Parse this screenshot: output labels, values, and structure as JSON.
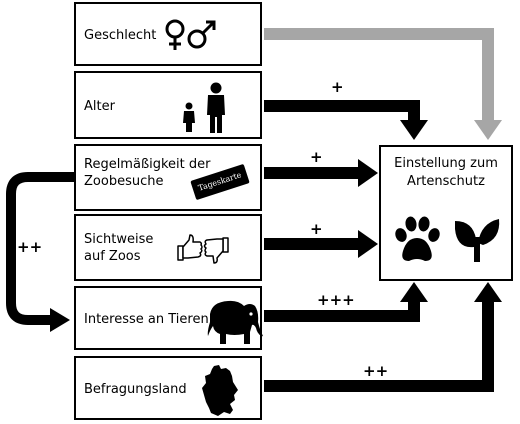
{
  "factors": [
    {
      "label": "Geschlecht",
      "icon": "gender-symbols-icon"
    },
    {
      "label": "Alter",
      "icon": "adult-child-icon"
    },
    {
      "label": "Regelmäßigkeit der Zoobesuche",
      "icon": "ticket-icon",
      "ticket_text": "Tageskarte"
    },
    {
      "label": "Sichtweise auf Zoos",
      "icon": "thumbs-up-down-icon"
    },
    {
      "label": "Interesse an Tieren",
      "icon": "elephant-icon"
    },
    {
      "label": "Befragungsland",
      "icon": "germany-map-icon"
    }
  ],
  "target": {
    "title": "Einstellung zum Artenschutz",
    "icons": [
      "paw-icon",
      "sprout-icon"
    ]
  },
  "edges": [
    {
      "from": "Geschlecht",
      "to": "Einstellung zum Artenschutz",
      "sign": "",
      "color": "#a6a6a6"
    },
    {
      "from": "Alter",
      "to": "Einstellung zum Artenschutz",
      "sign": "+",
      "color": "#000000"
    },
    {
      "from": "Regelmäßigkeit der Zoobesuche",
      "to": "Einstellung zum Artenschutz",
      "sign": "+",
      "color": "#000000"
    },
    {
      "from": "Sichtweise auf Zoos",
      "to": "Einstellung zum Artenschutz",
      "sign": "+",
      "color": "#000000"
    },
    {
      "from": "Interesse an Tieren",
      "to": "Einstellung zum Artenschutz",
      "sign": "+++",
      "color": "#000000"
    },
    {
      "from": "Befragungsland",
      "to": "Einstellung zum Artenschutz",
      "sign": "++",
      "color": "#000000"
    },
    {
      "from": "Regelmäßigkeit der Zoobesuche",
      "to": "Interesse an Tieren",
      "sign": "++",
      "color": "#000000"
    }
  ]
}
